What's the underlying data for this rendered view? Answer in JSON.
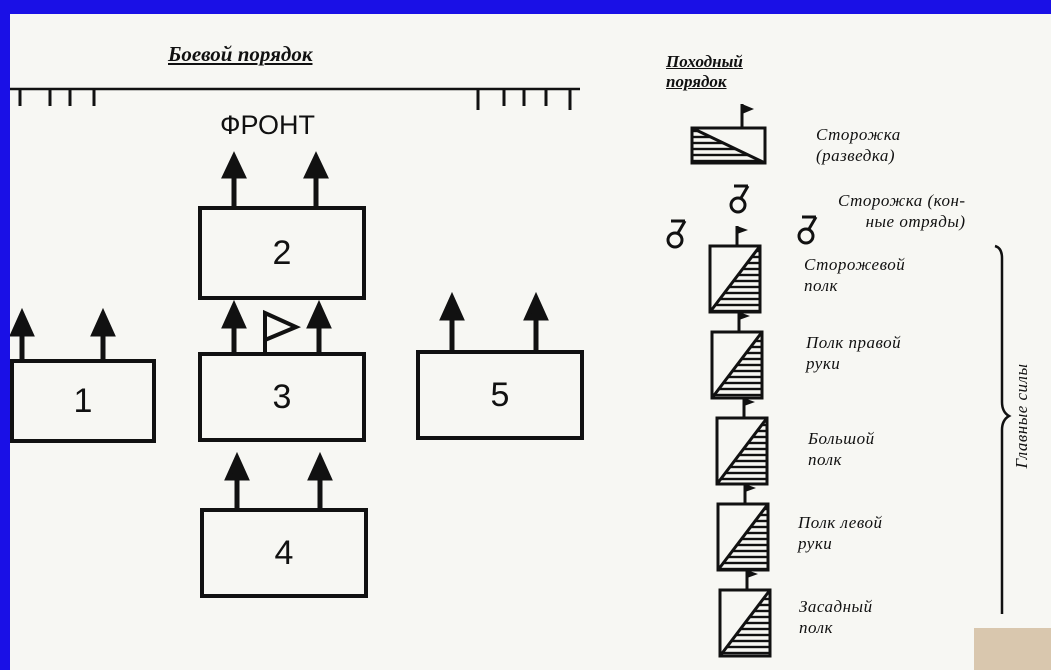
{
  "battle_order": {
    "title": "Боевой порядок",
    "front_label": "ФРОНТ",
    "units": [
      "1",
      "2",
      "3",
      "4",
      "5"
    ]
  },
  "march_order": {
    "title": "Походный порядок",
    "items": [
      {
        "label": "Сторожка\n(разведка)"
      },
      {
        "label": "Сторожка (кон-\nные отряды)"
      },
      {
        "label": "Сторожевой\nполк"
      },
      {
        "label": "Полк правой\nруки"
      },
      {
        "label": "Большой\nполк"
      },
      {
        "label": "Полк левой\nруки"
      },
      {
        "label": "Засадный\nполк"
      }
    ],
    "bracket_label": "Главные силы"
  },
  "colors": {
    "background": "#1a10e6",
    "paper": "#f7f7f3",
    "ink": "#111111"
  },
  "icons": [
    "arrow-up-icon",
    "banner-flag-icon",
    "cavalry-rider-icon",
    "regiment-symbol-icon"
  ]
}
